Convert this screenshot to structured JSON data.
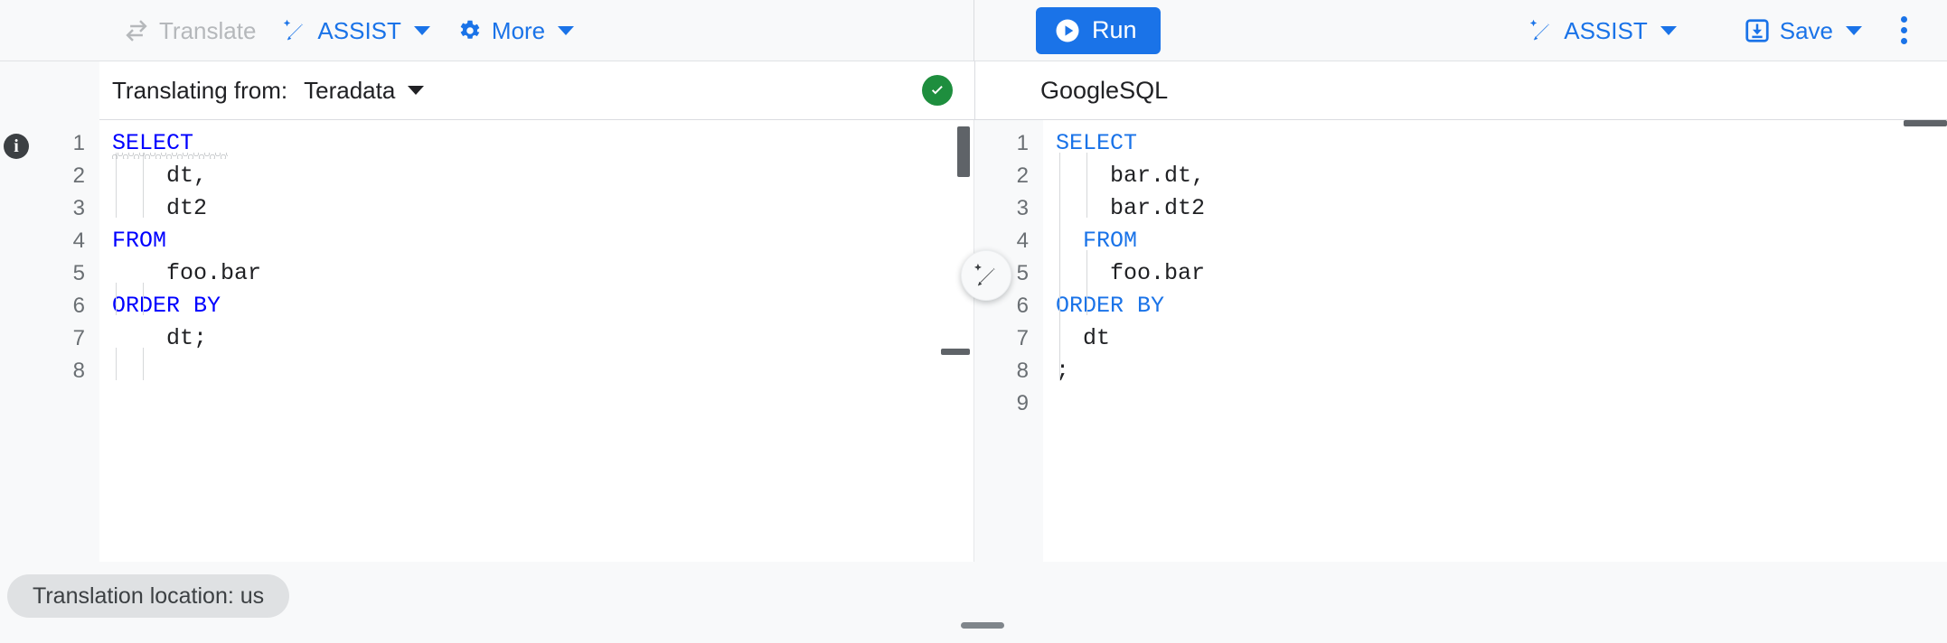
{
  "toolbar": {
    "left": [
      {
        "name": "translate",
        "label": "Translate",
        "icon": "translate-swap-icon",
        "disabled": true,
        "caret": false
      },
      {
        "name": "assist",
        "label": "ASSIST",
        "icon": "magic-wand-icon",
        "disabled": false,
        "caret": true
      },
      {
        "name": "more",
        "label": "More",
        "icon": "gear-icon",
        "disabled": false,
        "caret": true
      }
    ],
    "run_label": "Run",
    "right": [
      {
        "name": "assist",
        "label": "ASSIST",
        "icon": "magic-wand-icon",
        "caret": true
      },
      {
        "name": "save",
        "label": "Save",
        "icon": "save-download-icon",
        "caret": true
      }
    ],
    "overflow_icon": "kebab-menu-icon"
  },
  "source_panel": {
    "translating_from_label": "Translating from:",
    "dialect": "Teradata",
    "status_icon": "check-circle-icon",
    "status_color": "#1e8e3e",
    "info_icon": "info-icon",
    "line_numbers": [
      "1",
      "2",
      "3",
      "4",
      "5",
      "6",
      "7",
      "8"
    ],
    "lines": [
      {
        "indent": 0,
        "keyword": "SELECT",
        "text": ""
      },
      {
        "indent": 0,
        "keyword": "",
        "text": "    dt,"
      },
      {
        "indent": 0,
        "keyword": "",
        "text": "    dt2"
      },
      {
        "indent": 0,
        "keyword": "FROM",
        "text": ""
      },
      {
        "indent": 0,
        "keyword": "",
        "text": "    foo.bar"
      },
      {
        "indent": 0,
        "keyword": "ORDER BY",
        "text": ""
      },
      {
        "indent": 0,
        "keyword": "",
        "text": "    dt;"
      },
      {
        "indent": 0,
        "keyword": "",
        "text": ""
      }
    ],
    "keyword_color": "#0000ff",
    "has_warning_squiggle": true
  },
  "target_panel": {
    "dialect": "GoogleSQL",
    "line_numbers": [
      "1",
      "2",
      "3",
      "4",
      "5",
      "6",
      "7",
      "8",
      "9"
    ],
    "lines": [
      {
        "keyword": "SELECT",
        "text": ""
      },
      {
        "keyword": "",
        "text": "    bar.dt,"
      },
      {
        "keyword": "",
        "text": "    bar.dt2"
      },
      {
        "keyword": "  FROM",
        "text": ""
      },
      {
        "keyword": "",
        "text": "    foo.bar"
      },
      {
        "keyword": "ORDER BY",
        "text": ""
      },
      {
        "keyword": "",
        "text": "  dt"
      },
      {
        "keyword": "",
        "text": ";"
      },
      {
        "keyword": "",
        "text": ""
      }
    ],
    "keyword_color": "#1a73e8",
    "assist_fab_icon": "magic-wand-icon"
  },
  "footer": {
    "location_chip": "Translation location: us",
    "drag_handle": "resize-handle"
  }
}
